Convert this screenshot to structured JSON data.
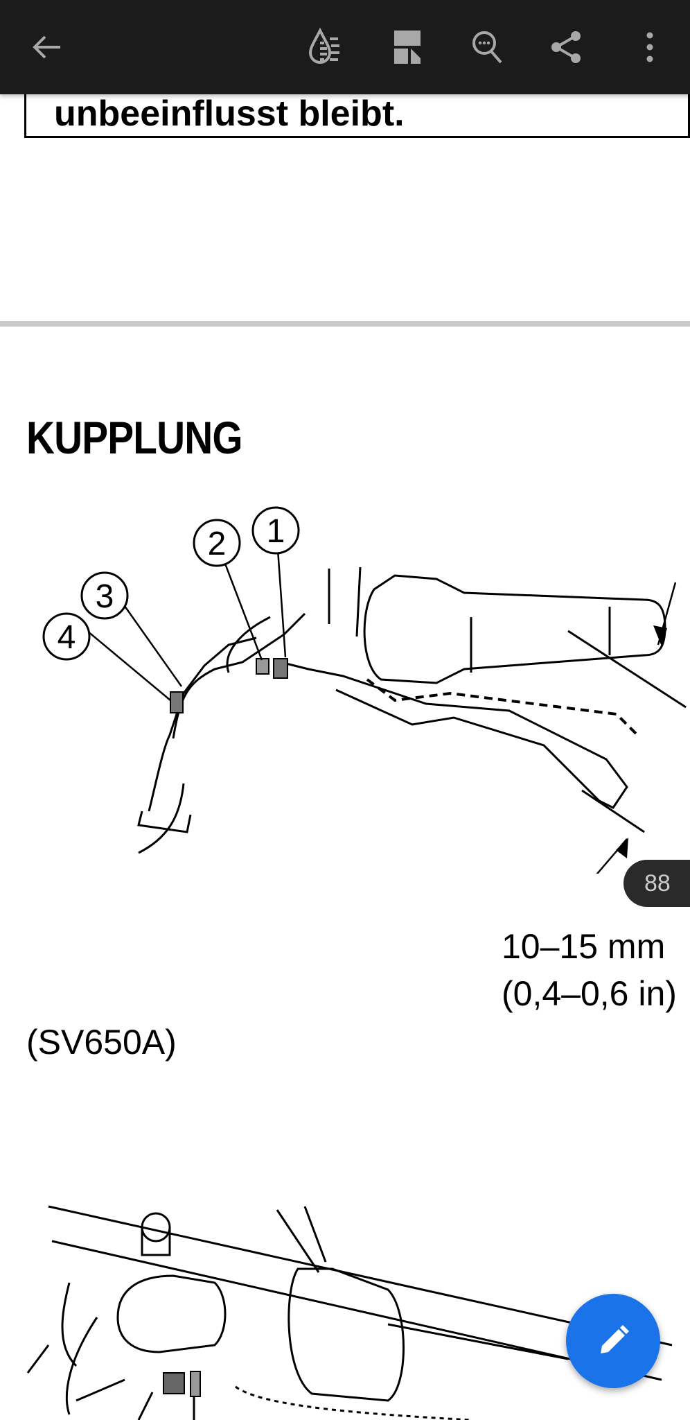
{
  "toolbar": {
    "icons": [
      "back-arrow-icon",
      "reading-mode-icon",
      "page-layout-icon",
      "search-in-document-icon",
      "share-icon",
      "more-options-icon"
    ]
  },
  "content": {
    "previous_box_text": "unbeeinflusst bleibt.",
    "heading": "KUPPLUNG",
    "callouts": [
      "1",
      "2",
      "3",
      "4"
    ],
    "measurement_line1": "10–15 mm",
    "measurement_line2": "(0,4–0,6 in)",
    "model_label": "(SV650A)"
  },
  "page_badge": "88",
  "fab": {
    "icon": "edit-pencil-icon",
    "color": "#1a73e8"
  }
}
